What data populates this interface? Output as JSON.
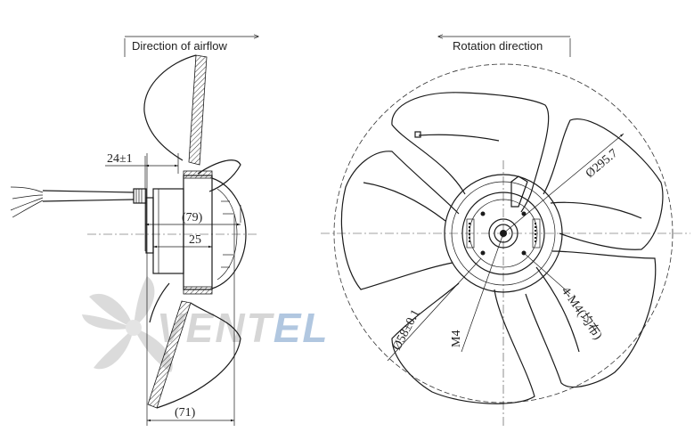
{
  "labels": {
    "airflow": "Direction of airflow",
    "rotation": "Rotation direction"
  },
  "dimensions": {
    "flange_offset": "24±1",
    "motor_length": "(79)",
    "motor_body": "25",
    "blade_depth": "(71)",
    "diameter": "Ø295.7",
    "hub_pcd": "Ø58±0.1",
    "thread": "M4",
    "holes": "4-M4(均布)"
  },
  "watermark": {
    "brand": "VENTEL",
    "colors": {
      "gray": "#d2d2d2",
      "blue": "#a9c2dd"
    }
  },
  "colors": {
    "line": "#1a1a1a"
  }
}
